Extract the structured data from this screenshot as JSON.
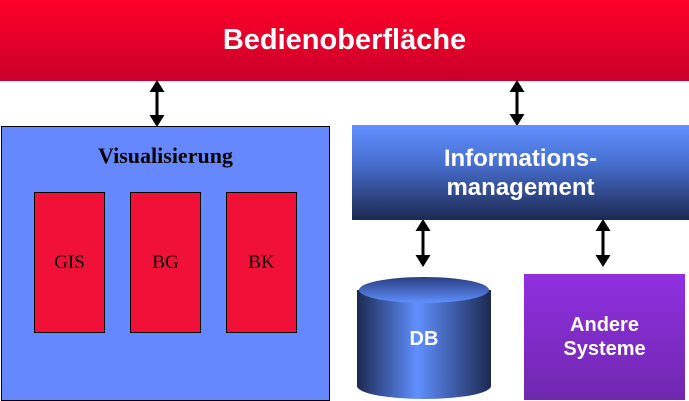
{
  "header": {
    "title": "Bedienoberfläche"
  },
  "visualisierung": {
    "title": "Visualisierung",
    "modules": [
      "GIS",
      "BG",
      "BK"
    ]
  },
  "informationsmanagement": {
    "line1": "Informations-",
    "line2": "management"
  },
  "db": {
    "label": "DB"
  },
  "andere_systeme": {
    "line1": "Andere",
    "line2": "Systeme"
  },
  "colors": {
    "header": "#e00028",
    "vis": "#6688ff",
    "module": "#f01038",
    "info": "#4870d0",
    "other": "#8030d0"
  }
}
